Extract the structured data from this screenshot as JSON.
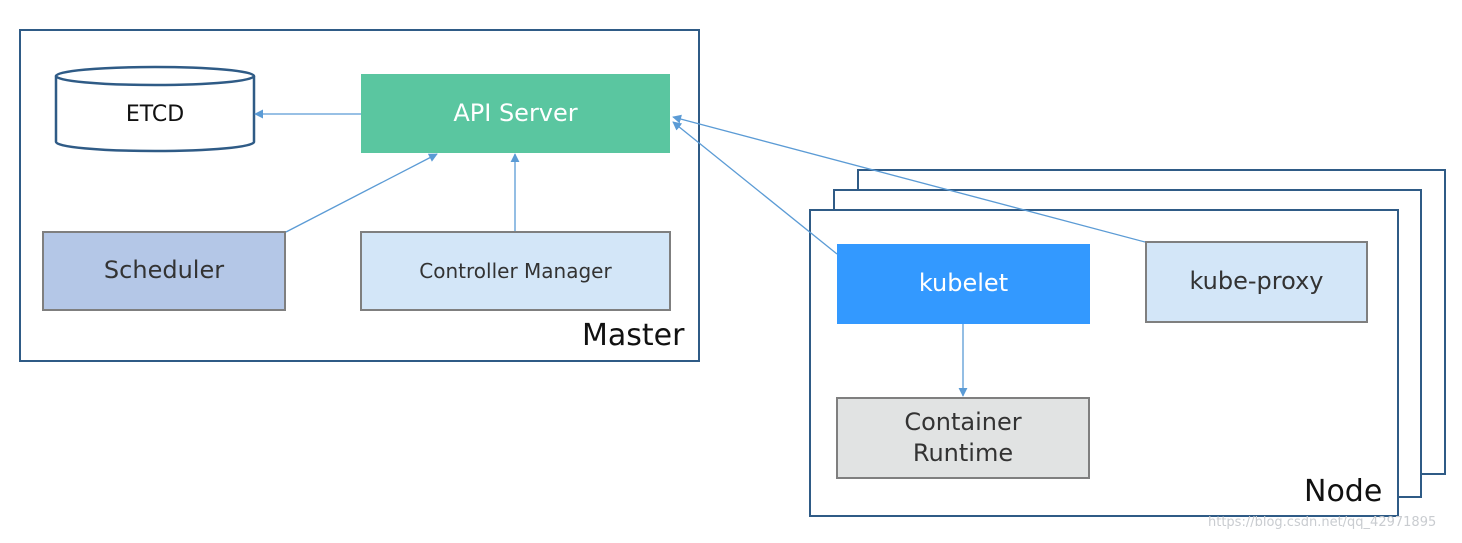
{
  "master": {
    "label": "Master"
  },
  "node": {
    "label": "Node"
  },
  "components": {
    "etcd": "ETCD",
    "api_server": "API Server",
    "scheduler": "Scheduler",
    "controller_manager": "Controller Manager",
    "kubelet": "kubelet",
    "kube_proxy": "kube-proxy",
    "container_runtime_line1": "Container",
    "container_runtime_line2": "Runtime"
  },
  "colors": {
    "frame_border": "#2f5b86",
    "arrow": "#5b9bd5",
    "api_server_fill": "#5ac6a0",
    "scheduler_fill": "#b4c7e7",
    "controller_fill": "#d3e6f8",
    "kubelet_fill": "#3399ff",
    "kube_proxy_fill": "#d3e6f8",
    "runtime_fill": "#e1e3e3"
  },
  "watermark": "https://blog.csdn.net/qq_42971895"
}
